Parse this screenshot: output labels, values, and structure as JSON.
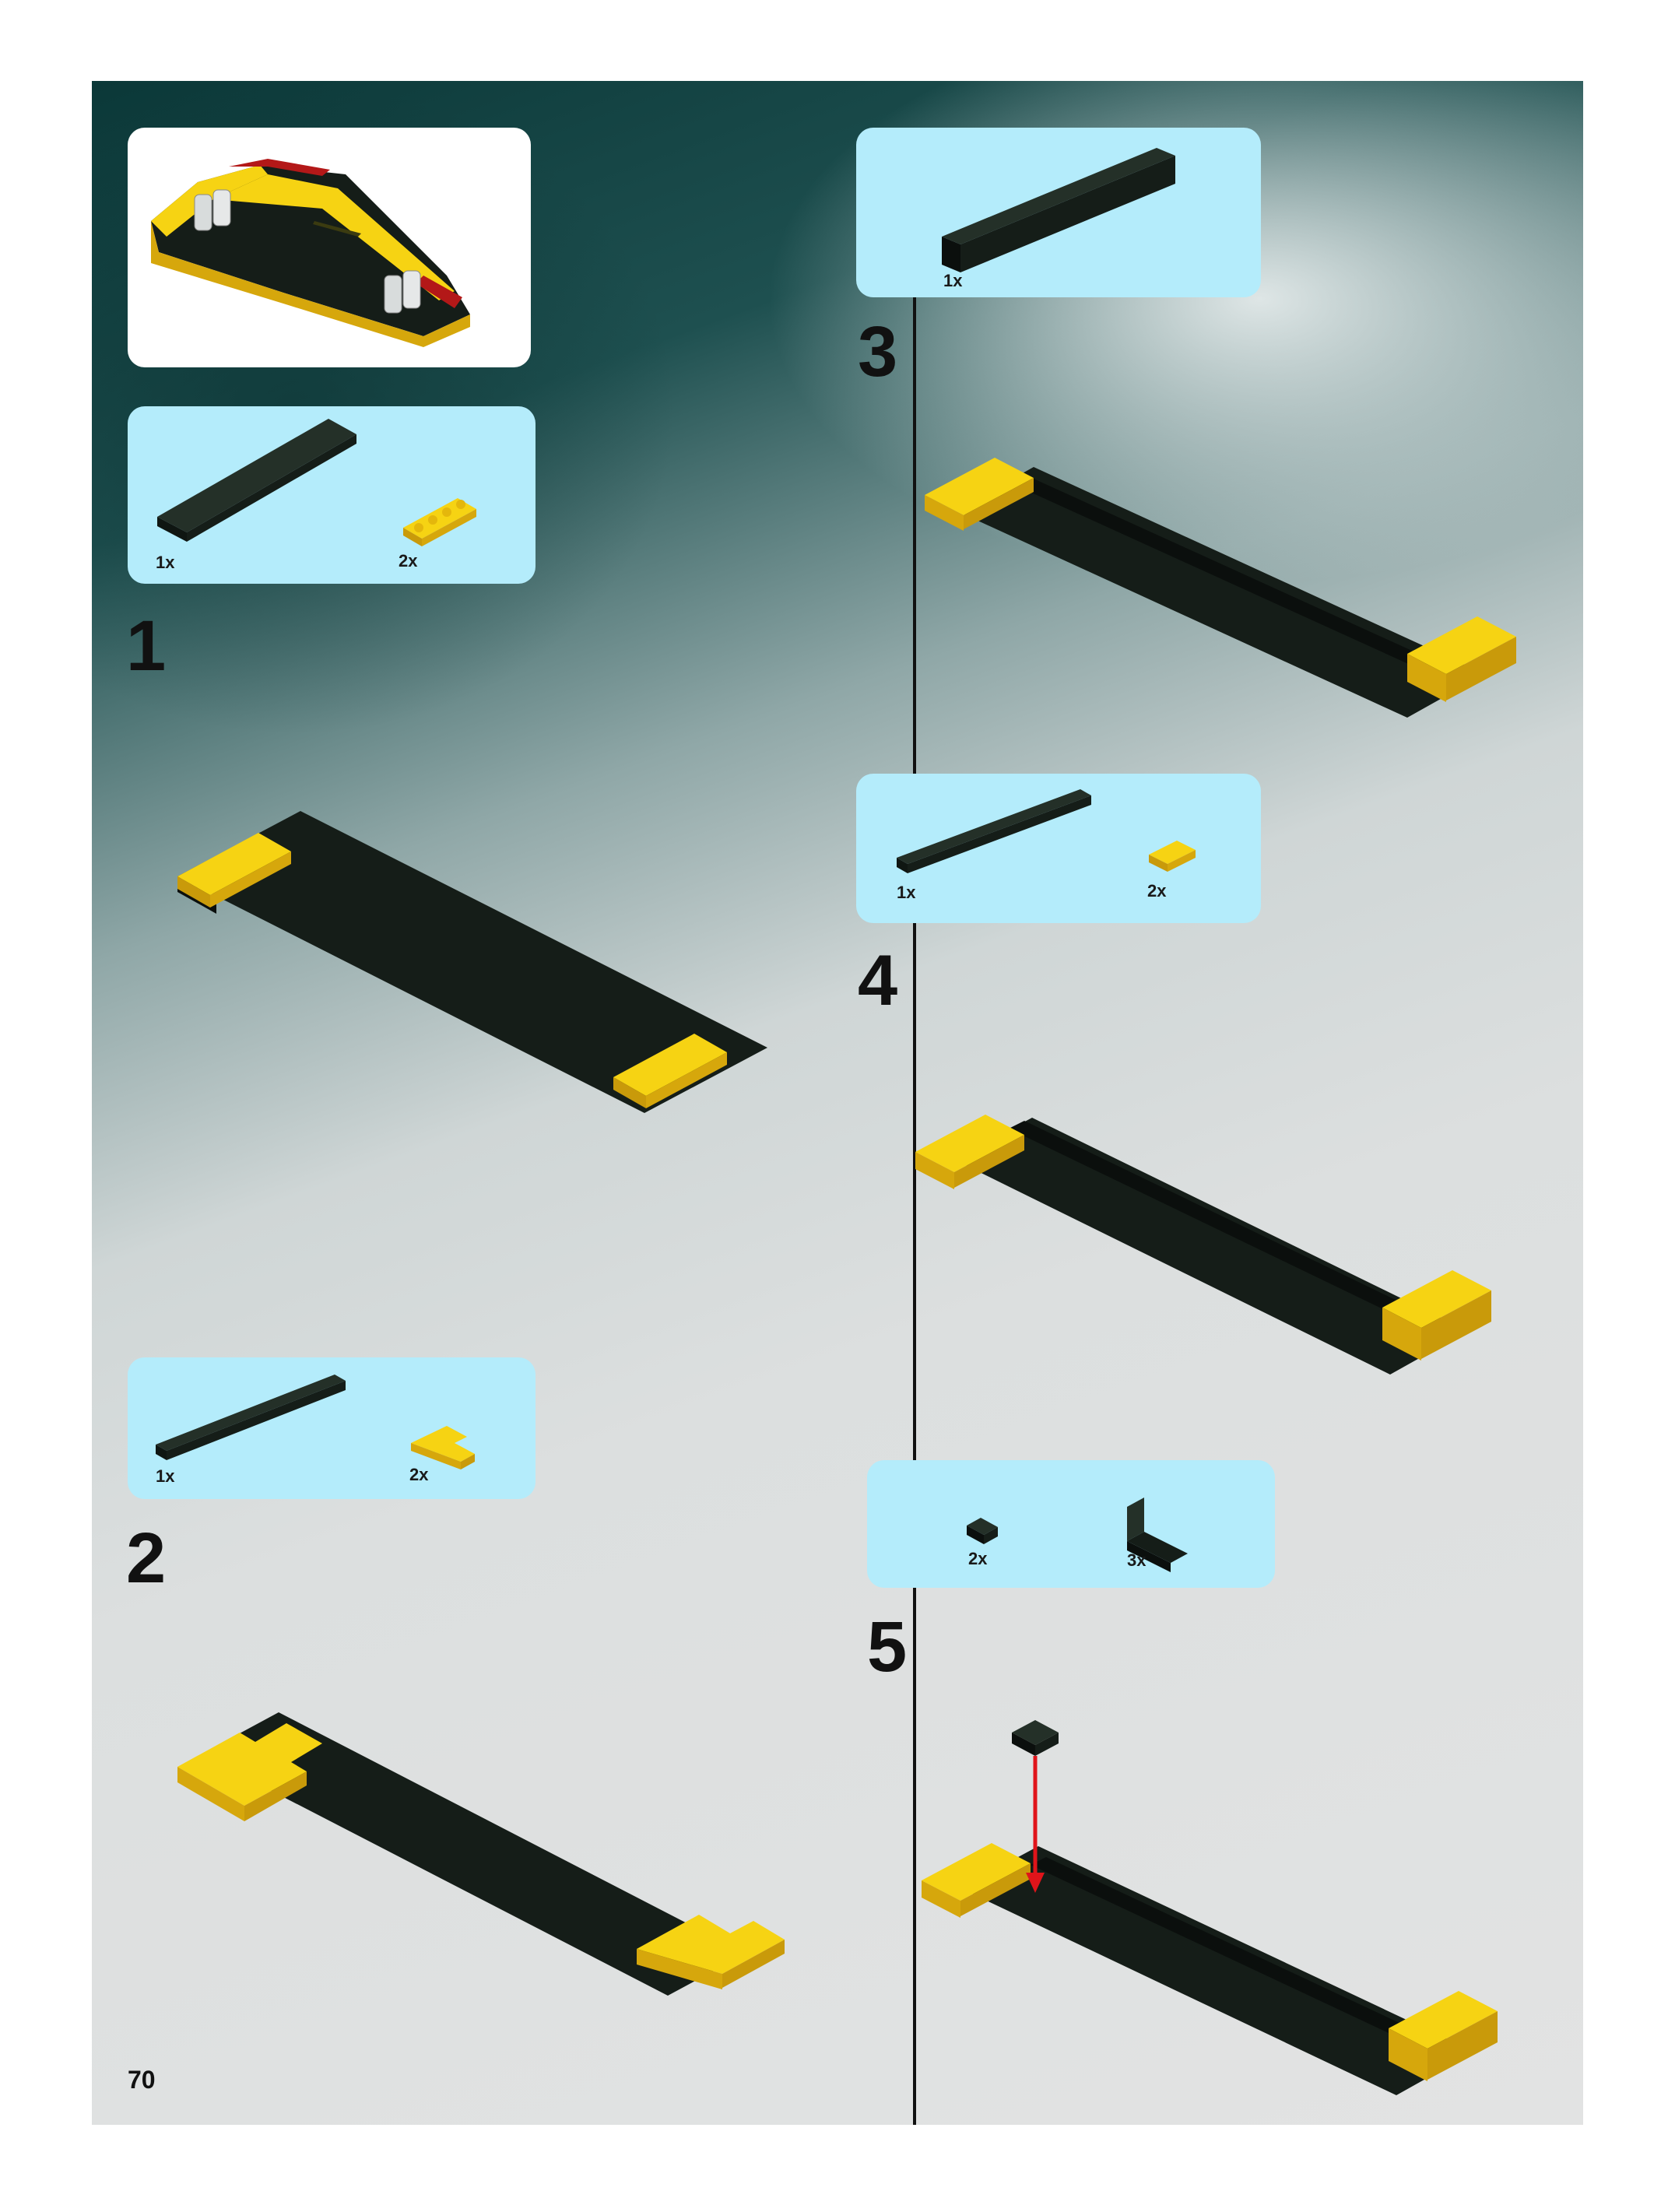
{
  "page_number": "70",
  "colors": {
    "plate_black": "#151d18",
    "stud_black": "#243028",
    "yellow": "#f6d313",
    "yellow_side": "#d6a70c",
    "parts_bg": "#b4ecfb",
    "arrow": "#e0141a"
  },
  "steps": [
    {
      "number": "1",
      "parts": [
        {
          "qty": "1x",
          "part": "black-plate-2x12"
        },
        {
          "qty": "2x",
          "part": "yellow-plate-1x4"
        }
      ]
    },
    {
      "number": "2",
      "parts": [
        {
          "qty": "1x",
          "part": "black-plate-1x10"
        },
        {
          "qty": "2x",
          "part": "yellow-corner-plate"
        }
      ]
    },
    {
      "number": "3",
      "parts": [
        {
          "qty": "1x",
          "part": "black-brick-1x10"
        }
      ]
    },
    {
      "number": "4",
      "parts": [
        {
          "qty": "1x",
          "part": "black-plate-1x10"
        },
        {
          "qty": "2x",
          "part": "yellow-plate-1x2"
        }
      ]
    },
    {
      "number": "5",
      "parts": [
        {
          "qty": "2x",
          "part": "black-tile-1x1"
        },
        {
          "qty": "3x",
          "part": "black-bracket"
        }
      ]
    }
  ]
}
